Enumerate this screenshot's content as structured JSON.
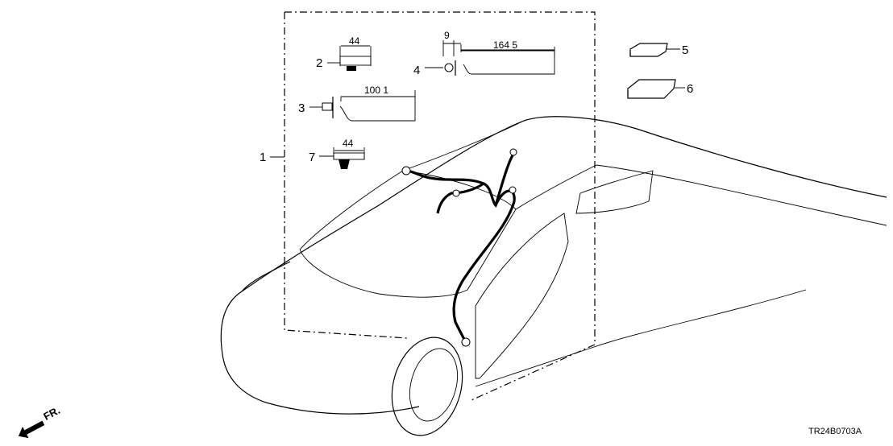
{
  "diagram": {
    "callouts": {
      "harness_assembly": "1",
      "clip_a": "2",
      "clip_b": "3",
      "clip_c": "4",
      "pad_small": "5",
      "pad_large": "6",
      "clip_d": "7"
    },
    "dimensions": {
      "clip_a_width": "44",
      "clip_b_length": "100 1",
      "clip_c_offset": "9",
      "clip_c_length": "164 5",
      "clip_d_width": "44"
    },
    "direction_label": "FR.",
    "diagram_code": "TR24B0703A"
  }
}
